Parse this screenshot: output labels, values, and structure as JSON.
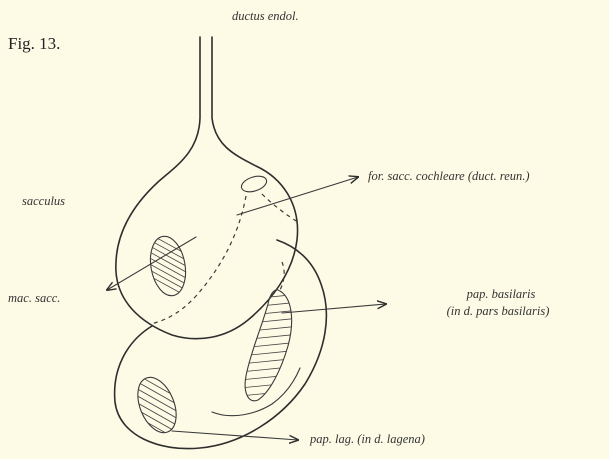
{
  "figure_label": "Fig. 13.",
  "labels": {
    "ductus": "ductus endol.",
    "sacculus": "sacculus",
    "foramen": "for. sacc. cochleare (duct. reun.)",
    "macula": "mac. sacc.",
    "papilla_basilaris_1": "pap. basilaris",
    "papilla_basilaris_2": "(in d. pars basilaris)",
    "papilla_lagena": "pap. lag. (in d. lagena)"
  }
}
